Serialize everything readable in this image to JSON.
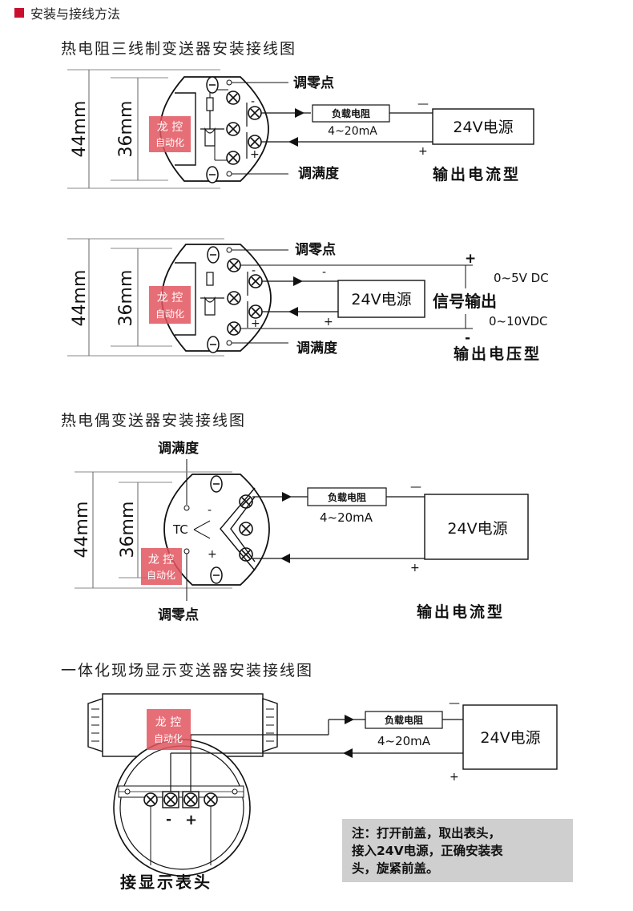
{
  "header": {
    "title": "安装与接线方法"
  },
  "sections": [
    {
      "title": "热电阻三线制变送器安装接线图"
    },
    {
      "title": "热电偶变送器安装接线图"
    },
    {
      "title": "一体化现场显示变送器安装接线图"
    }
  ],
  "dims": {
    "outer": "44mm",
    "inner": "36mm"
  },
  "labels": {
    "zero_adjust": "调零点",
    "span_adjust": "调满度",
    "load_resistor": "负载电阻",
    "current_range": "4~20mA",
    "power_supply": "24V电源",
    "minus": "-",
    "minus_wide": "—",
    "plus": "+",
    "current_output_type": "输出电流型",
    "voltage_output_type": "输出电压型",
    "signal_output": "信号输出",
    "volt_range_1": "0~5V DC",
    "volt_range_2": "0~10VDC",
    "tc": "TC",
    "display_head": "接显示表头"
  },
  "watermark": {
    "line1": "龙 控",
    "line2": "自动化"
  },
  "note": {
    "line1": "注：打开前盖，取出表头，",
    "line2": "接入24V电源，正确安装表",
    "line3": "头，旋紧前盖。"
  },
  "colors": {
    "accent": "#c8102e",
    "watermark": "#e2555f",
    "note_bg": "#cfcfcf"
  }
}
